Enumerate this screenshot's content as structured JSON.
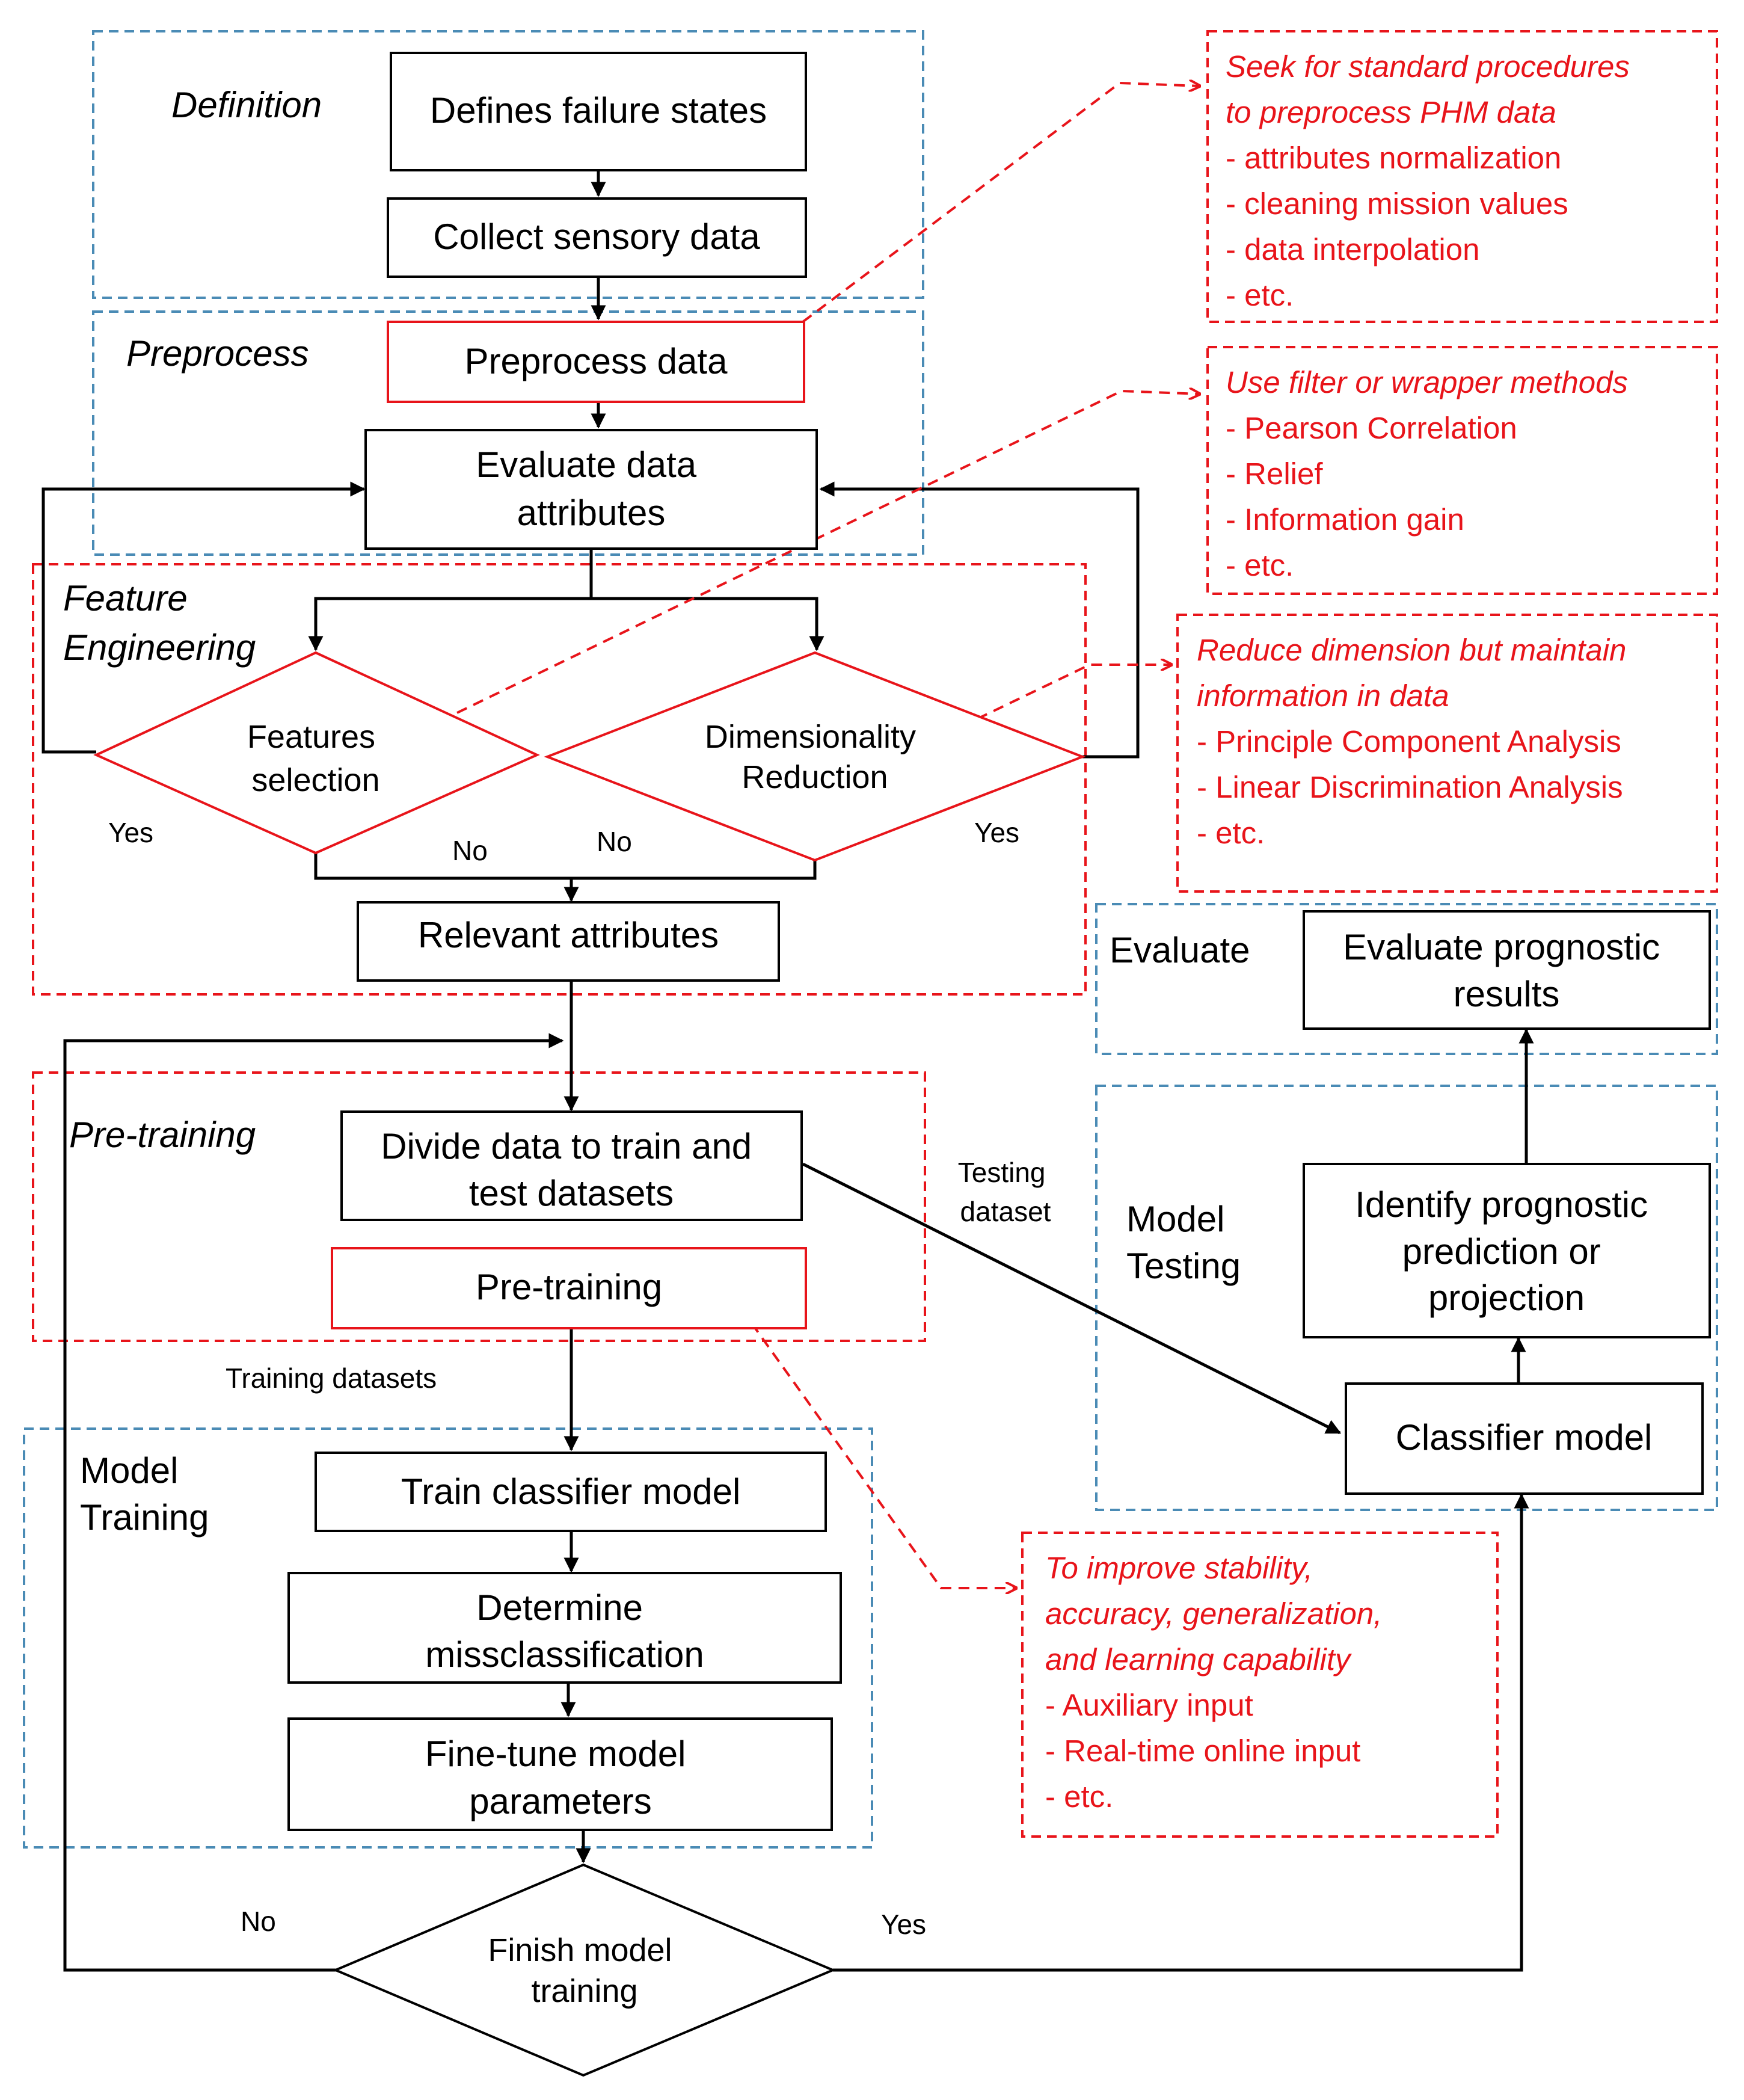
{
  "sections": {
    "definition": "Definition",
    "preprocess": "Preprocess",
    "feature_engineering": [
      "Feature",
      "Engineering"
    ],
    "pre_training": "Pre-training",
    "model_training": [
      "Model",
      "Training"
    ],
    "evaluate": "Evaluate",
    "model_testing": [
      "Model",
      "Testing"
    ]
  },
  "boxes": {
    "define_failure": [
      "Defines failure states"
    ],
    "collect_data": [
      "Collect sensory data"
    ],
    "preprocess_data": [
      "Preprocess data"
    ],
    "evaluate_attributes": [
      "Evaluate data",
      "attributes"
    ],
    "relevant_attributes": [
      "Relevant attributes"
    ],
    "divide_data": [
      "Divide data to train and",
      "test datasets"
    ],
    "pre_training": [
      "Pre-training"
    ],
    "train_classifier": [
      "Train classifier model"
    ],
    "determine_miss": [
      "Determine",
      "missclassification"
    ],
    "fine_tune": [
      "Fine-tune model",
      "parameters"
    ],
    "classifier_model": [
      "Classifier model"
    ],
    "identify_prognostic": [
      "Identify prognostic",
      "prediction or",
      "projection"
    ],
    "evaluate_results": [
      "Evaluate prognostic",
      "results"
    ]
  },
  "decisions": {
    "features_selection": [
      "Features",
      "selection"
    ],
    "dimensionality_reduction": [
      "Dimensionality",
      "Reduction"
    ],
    "finish_training": [
      "Finish model",
      "training"
    ]
  },
  "edge_labels": {
    "fs_yes": "Yes",
    "fs_no": "No",
    "dr_no": "No",
    "dr_yes": "Yes",
    "finish_no": "No",
    "finish_yes": "Yes",
    "testing_dataset": [
      "Testing",
      "dataset"
    ],
    "training_datasets": "Training datasets"
  },
  "notes": {
    "preprocess_note": {
      "italic": [
        "Seek for standard procedures",
        "to preprocess PHM data"
      ],
      "items": [
        "- attributes normalization",
        "- cleaning mission values",
        "- data interpolation",
        "- etc."
      ]
    },
    "selection_note": {
      "italic": [
        "Use filter or wrapper methods"
      ],
      "items": [
        "- Pearson Correlation",
        "- Relief",
        "- Information gain",
        "- etc."
      ]
    },
    "reduction_note": {
      "italic": [
        "Reduce dimension but maintain",
        "information in data"
      ],
      "items": [
        "- Principle Component Analysis",
        "- Linear Discrimination Analysis",
        "- etc."
      ]
    },
    "pretraining_note": {
      "italic": [
        "To improve stability,",
        "accuracy, generalization,",
        "and learning capability"
      ],
      "items": [
        "- Auxiliary input",
        "- Real-time online input",
        "- etc."
      ]
    }
  },
  "colors": {
    "blue_frame": "#4a8bb5",
    "red_accent": "#e8141a",
    "black": "#000000"
  }
}
